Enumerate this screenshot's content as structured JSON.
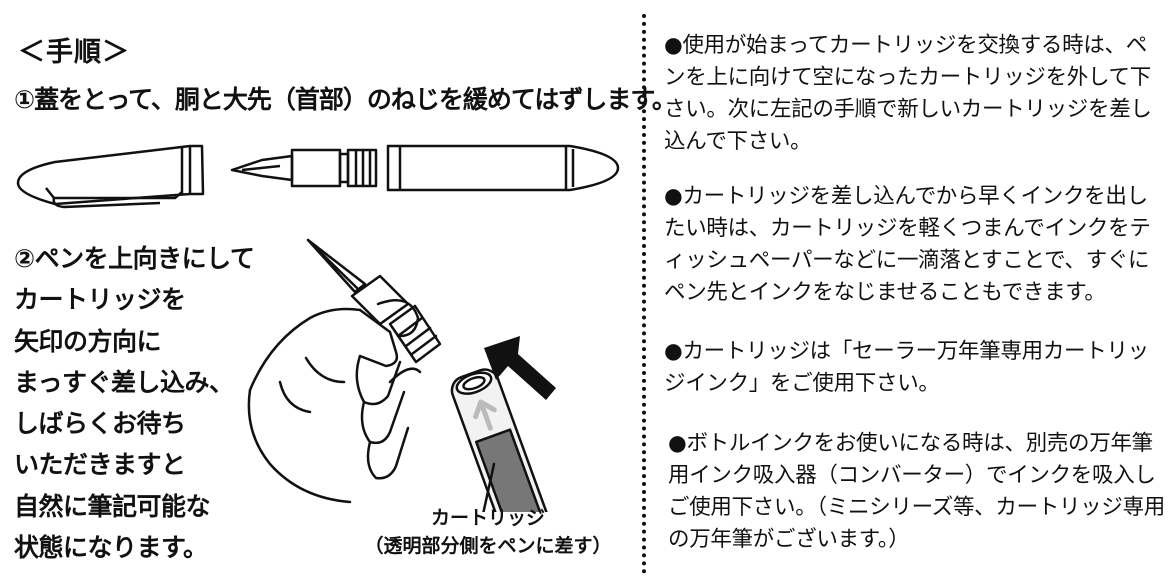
{
  "heading": "＜手順＞",
  "step1": "①蓋をとって、胴と大先（首部）のねじを緩めてはずします。",
  "step2_lines": [
    "②ペンを上向きにして",
    "カートリッジを",
    "矢印の方向に",
    "まっすぐ差し込み、",
    "しばらくお待ち",
    "いただきますと",
    "自然に筆記可能な",
    "状態になります。"
  ],
  "cartridge_caption": {
    "title": "カートリッジ",
    "note": "（透明部分側をペンに差す）"
  },
  "notes": [
    "●使用が始まってカートリッジを交換する時は、ペンを上に向けて空になったカートリッジを外して下さい。次に左記の手順で新しいカートリッジを差し込んで下さい。",
    "●カートリッジを差し込んでから早くインクを出したい時は、カートリッジを軽くつまんでインクをティッシュペーパーなどに一滴落とすことで、すぐにペン先とインクをなじませることもできます。",
    "●カートリッジは「セーラー万年筆専用カートリッジインク」をご使用下さい。",
    "●ボトルインクをお使いになる時は、別売の万年筆用インク吸入器（コンバーター）でインクを吸入しご使用下さい。（ミニシリーズ等、カートリッジ専用の万年筆がございます。）"
  ],
  "illustrations": {
    "disassembled_pen": "pen-parts-illustration",
    "hand_inserting_cartridge": "hand-with-pen-illustration",
    "arrow": "insert-direction-arrow"
  }
}
